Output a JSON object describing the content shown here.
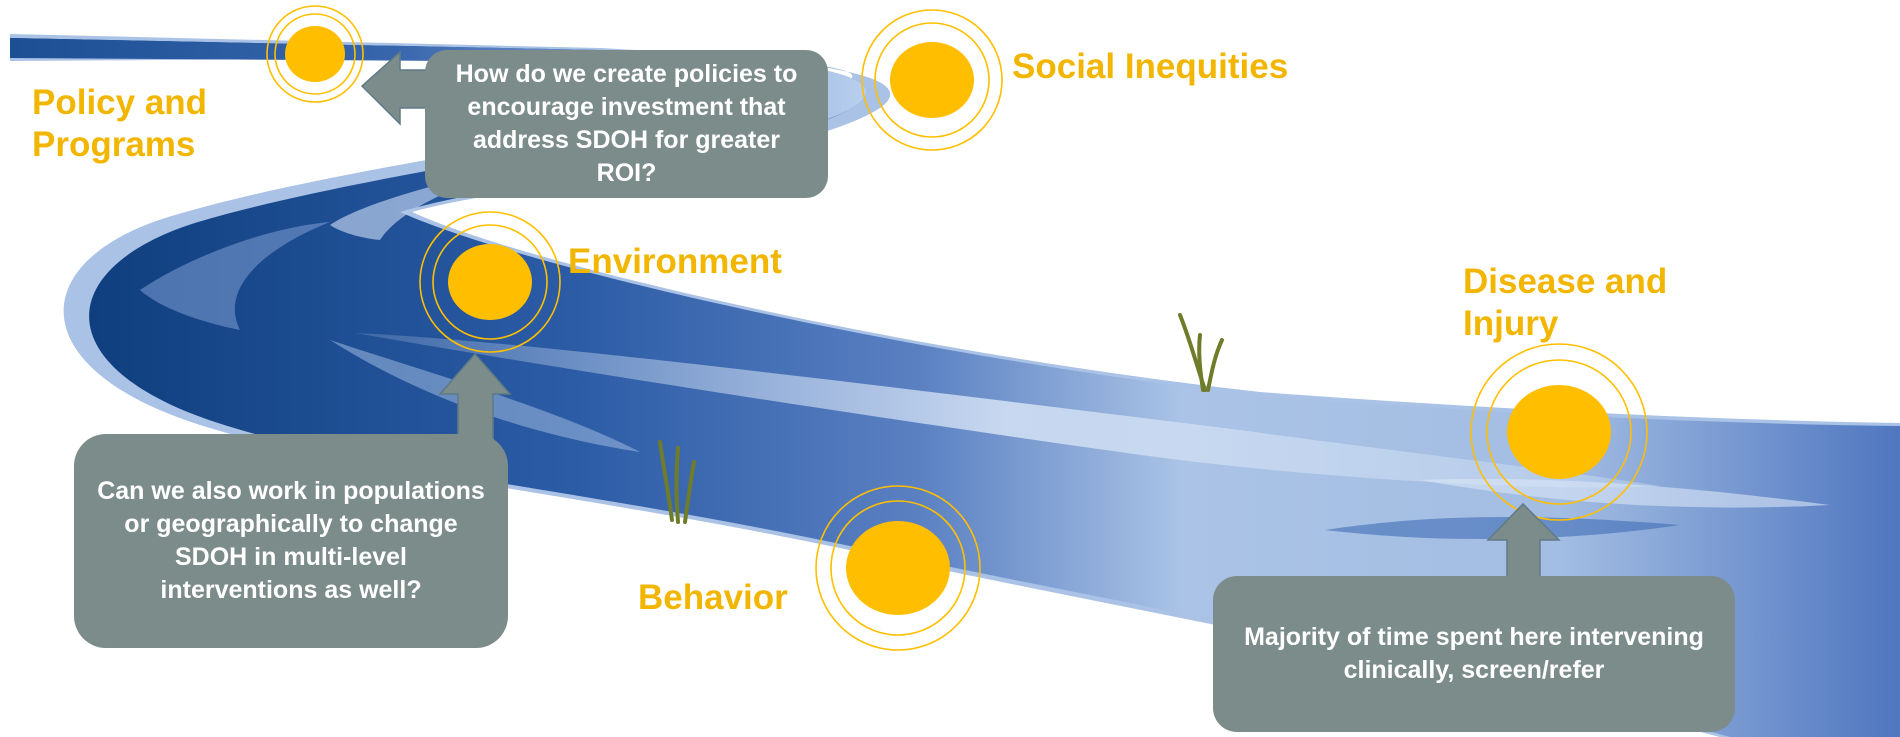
{
  "stages": {
    "policy_programs": "Policy and Programs",
    "social_inequities": "Social Inequities",
    "environment": "Environment",
    "behavior": "Behavior",
    "disease_injury": "Disease and Injury"
  },
  "callouts": {
    "policy_question": "How do we create policies to encourage investment that address SDOH for greater ROI?",
    "population_question": "Can we also work in populations or geographically to change SDOH in multi-level interventions as well?",
    "clinical_note": "Majority of time spent here intervening clinically, screen/refer"
  },
  "colors": {
    "label_gold": "#f2b600",
    "sun_fill": "#ffbf00",
    "river_dark": "#0d3f7c",
    "river_mid": "#3f6db4",
    "river_light": "#a9c4e6",
    "callout_gray": "#7b8c8a",
    "grass_green": "#6f7d2a"
  },
  "icons": [
    "sun-icon",
    "arrow-left-icon",
    "arrow-up-icon",
    "grass-tuft-icon"
  ]
}
